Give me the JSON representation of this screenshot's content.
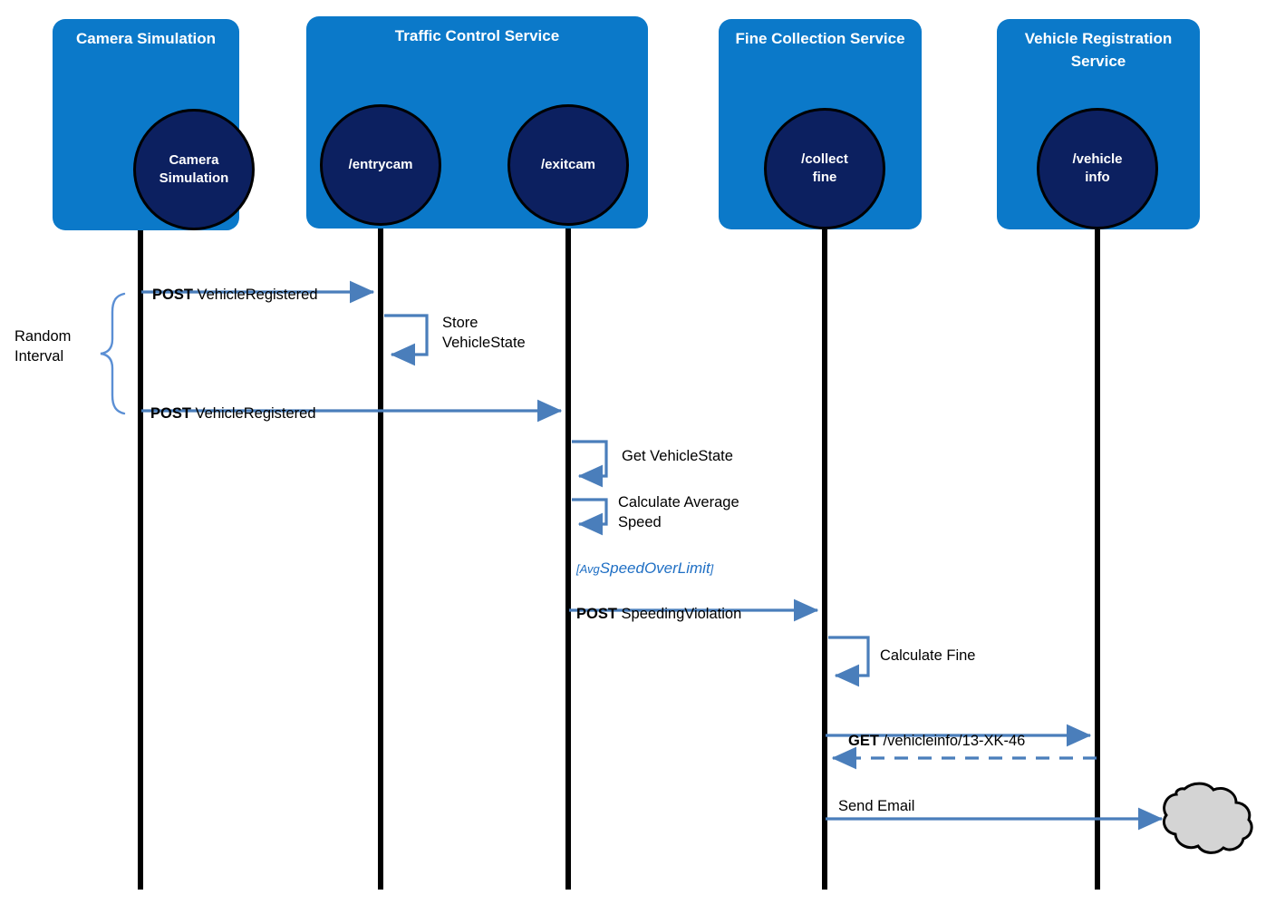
{
  "diagram": {
    "title": "Speeding Violation Sequence Diagram",
    "colors": {
      "participant_box": "#0b79c9",
      "endpoint_circle": "#0c2060",
      "arrow": "#4a7ebb",
      "lifeline": "#000000",
      "guard_text": "#1f6fc4",
      "cloud_fill": "#d4d4d4"
    }
  },
  "participants": [
    {
      "id": "camera-simulation",
      "title": "Camera\nSimulation",
      "endpoints": [
        {
          "id": "camera-simulation-endpoint",
          "label": "Camera\nSimulation"
        }
      ]
    },
    {
      "id": "traffic-control-service",
      "title": "Traffic Control\nService",
      "endpoints": [
        {
          "id": "entrycam-endpoint",
          "label": "/entrycam"
        },
        {
          "id": "exitcam-endpoint",
          "label": "/exitcam"
        }
      ]
    },
    {
      "id": "fine-collection-service",
      "title": "Fine Collection\nService",
      "endpoints": [
        {
          "id": "collectfine-endpoint",
          "label": "/collect\nfine"
        }
      ]
    },
    {
      "id": "vehicle-registration-service",
      "title": "Vehicle Registration\nService",
      "endpoints": [
        {
          "id": "vehicleinfo-endpoint",
          "label": "/vehicle\ninfo"
        }
      ]
    }
  ],
  "bracket": {
    "label": "Random\nInterval"
  },
  "messages": [
    {
      "id": "post-vehicleregistered-entry",
      "verb": "POST",
      "text": " VehicleRegistered",
      "kind": "call",
      "from": "camera-simulation",
      "to": "entrycam-endpoint"
    },
    {
      "id": "store-vehiclestate",
      "verb": "",
      "text": "Store\nVehicleState",
      "kind": "self",
      "from": "entrycam-endpoint",
      "to": "entrycam-endpoint"
    },
    {
      "id": "post-vehicleregistered-exit",
      "verb": "POST",
      "text": " VehicleRegistered",
      "kind": "call",
      "from": "camera-simulation",
      "to": "exitcam-endpoint"
    },
    {
      "id": "get-vehiclestate",
      "verb": "",
      "text": "Get VehicleState",
      "kind": "self",
      "from": "exitcam-endpoint",
      "to": "exitcam-endpoint"
    },
    {
      "id": "calculate-average-speed",
      "verb": "",
      "text": "Calculate Average\nSpeed",
      "kind": "self",
      "from": "exitcam-endpoint",
      "to": "exitcam-endpoint"
    },
    {
      "id": "post-speedingviolation",
      "verb": "POST",
      "text": " SpeedingViolation",
      "guard_small_open": "[Avg",
      "guard_large": "SpeedOverLimit",
      "guard_small_close": "]",
      "kind": "call",
      "from": "exitcam-endpoint",
      "to": "collectfine-endpoint"
    },
    {
      "id": "calculate-fine",
      "verb": "",
      "text": "Calculate Fine",
      "kind": "self",
      "from": "collectfine-endpoint",
      "to": "collectfine-endpoint"
    },
    {
      "id": "get-vehicleinfo",
      "verb": "GET",
      "text": " /vehicleinfo/13-XK-46",
      "kind": "call",
      "from": "collectfine-endpoint",
      "to": "vehicleinfo-endpoint"
    },
    {
      "id": "vehicleinfo-return",
      "verb": "",
      "text": "",
      "kind": "return",
      "from": "vehicleinfo-endpoint",
      "to": "collectfine-endpoint"
    },
    {
      "id": "send-email",
      "verb": "",
      "text": "Send Email",
      "kind": "call",
      "from": "collectfine-endpoint",
      "to": "email-cloud"
    }
  ]
}
